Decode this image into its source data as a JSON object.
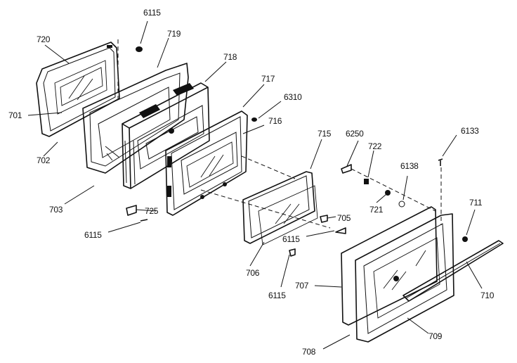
{
  "labels": {
    "p6115_top": "6115",
    "p719": "719",
    "p720": "720",
    "p718": "718",
    "p717": "717",
    "p6310": "6310",
    "p716": "716",
    "p701": "701",
    "p702": "702",
    "p715": "715",
    "p6250": "6250",
    "p722": "722",
    "p6133": "6133",
    "p6138": "6138",
    "p703": "703",
    "p725": "725",
    "p6115_left": "6115",
    "p721": "721",
    "p711": "711",
    "p705": "705",
    "p6115_mid": "6115",
    "p706": "706",
    "p6115_bottom": "6115",
    "p707": "707",
    "p710": "710",
    "p709": "709",
    "p708": "708"
  }
}
